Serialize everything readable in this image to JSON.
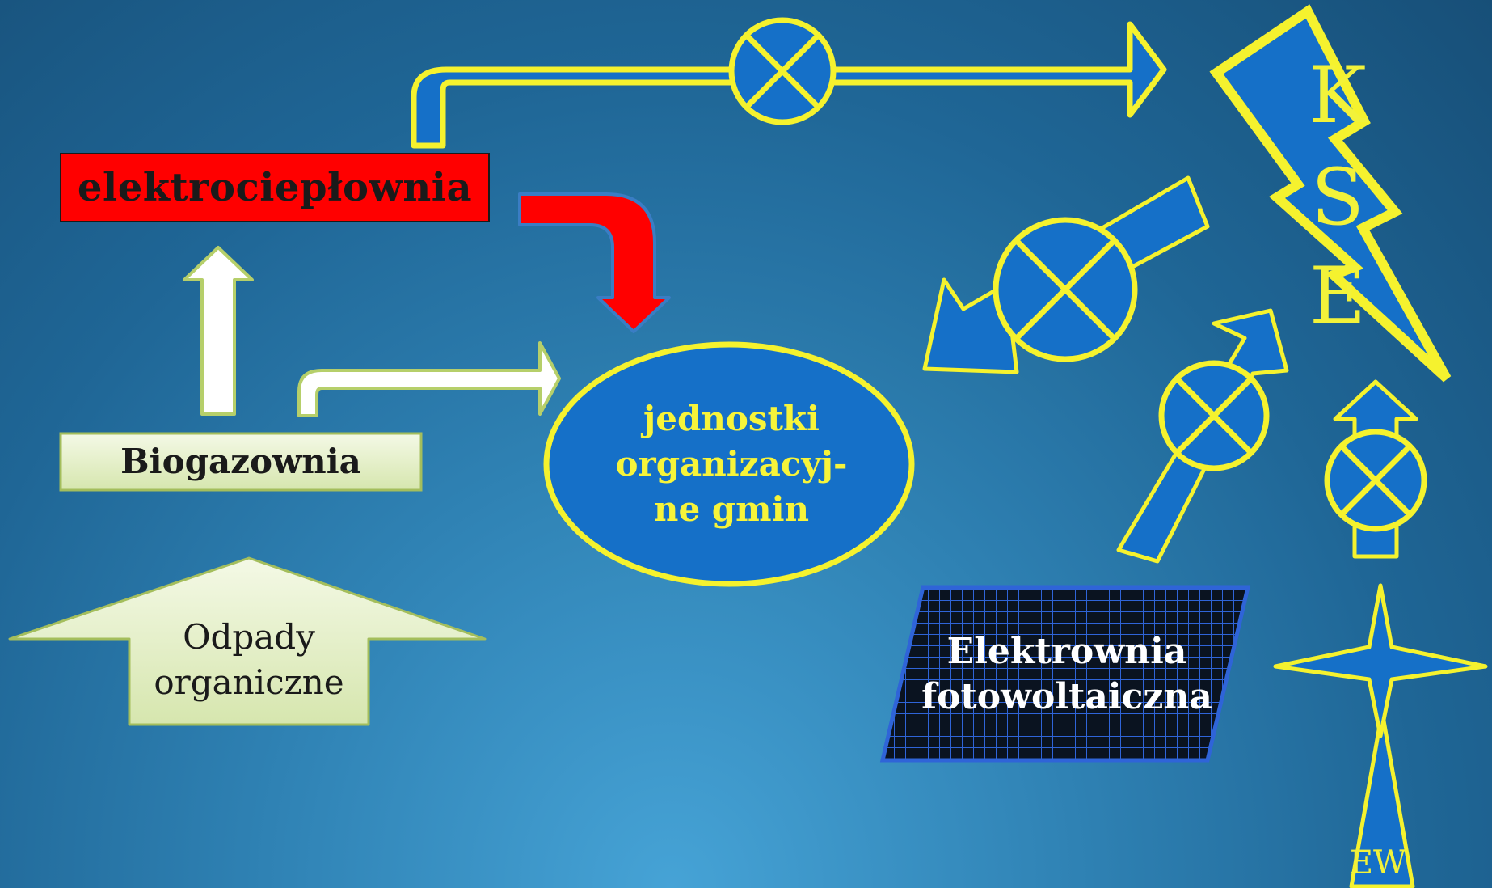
{
  "labels": {
    "elektrocieplownia": "elektrociepłownia",
    "biogazownia": "Biogazownia",
    "odpady_line1": "Odpady",
    "odpady_line2": "organiczne",
    "jednostki_line1": "jednostki",
    "jednostki_line2": "organizacyj-",
    "jednostki_line3": "ne gmin",
    "pv_line1": "Elektrownia",
    "pv_line2": "fotowoltaiczna",
    "kse_k": "K",
    "kse_s": "S",
    "kse_e": "E",
    "ew": "EW"
  },
  "colors": {
    "outline": "#f5f22e",
    "blue_fill": "#1570c8",
    "red": "#ff0000",
    "pale_green": "#e6f0cc",
    "white": "#ffffff"
  },
  "icons": [
    "meter-icon",
    "lightning-bolt-icon",
    "wind-turbine-icon",
    "solar-panel-icon"
  ]
}
